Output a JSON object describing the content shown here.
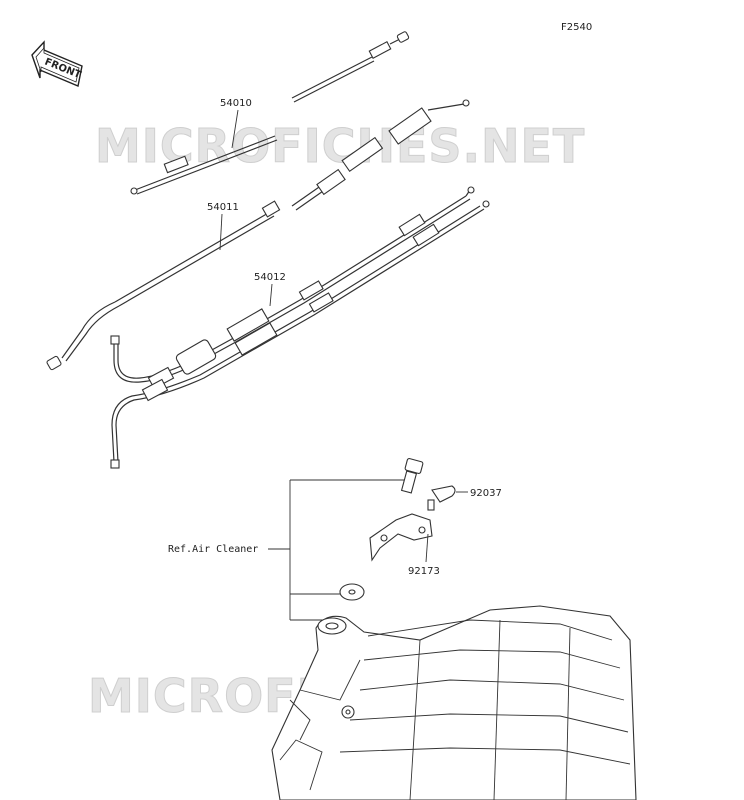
{
  "diagram": {
    "figure_code": "F2540",
    "front_label": "FRONT",
    "watermark_top": "MICROFICHES.NET",
    "watermark_bottom": "MICROFICHES.NET",
    "ref_label": "Ref.Air Cleaner",
    "parts": [
      {
        "number": "54010"
      },
      {
        "number": "54011"
      },
      {
        "number": "54012"
      },
      {
        "number": "92037"
      },
      {
        "number": "92173"
      }
    ]
  }
}
